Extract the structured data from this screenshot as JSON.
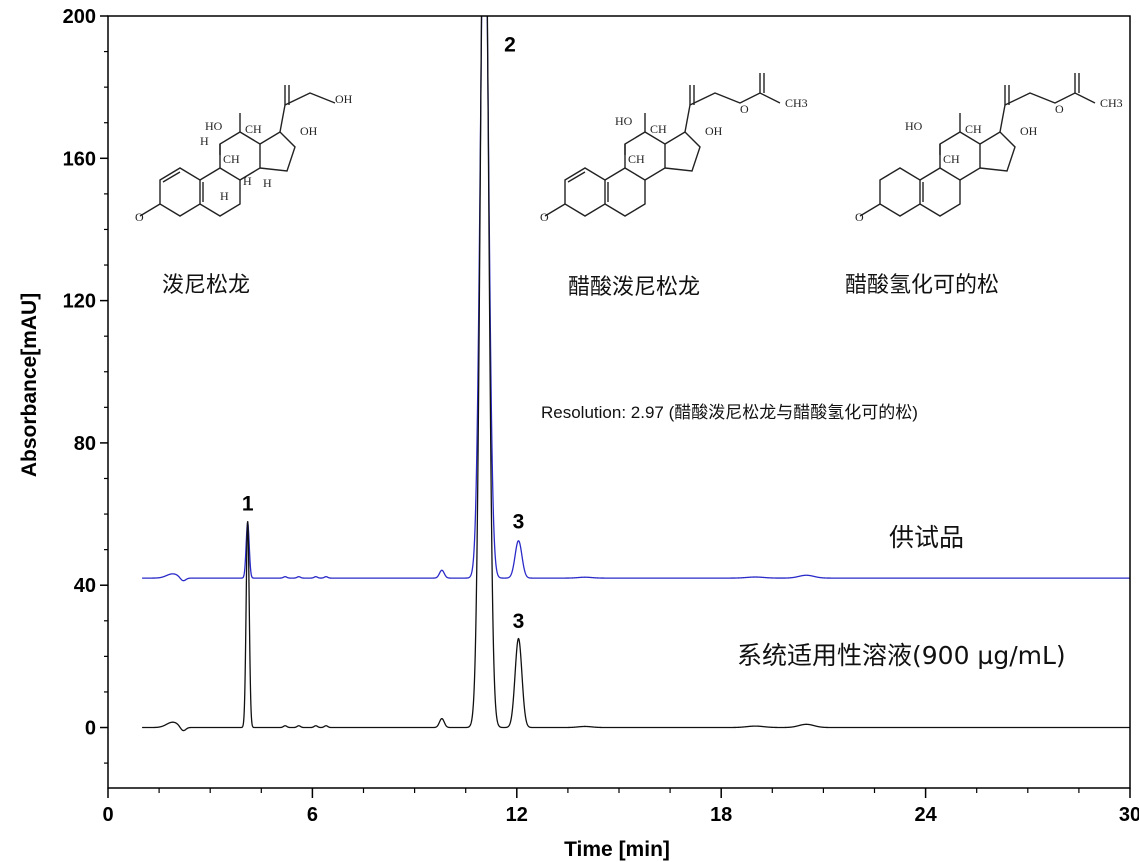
{
  "chart_data": {
    "type": "line",
    "xlabel": "Time [min]",
    "ylabel": "Absorbance[mAU]",
    "xlim": [
      0,
      30
    ],
    "ylim": [
      -17,
      200
    ],
    "xticks": [
      0,
      6,
      12,
      18,
      24,
      30
    ],
    "yticks": [
      0,
      40,
      80,
      120,
      160,
      200
    ],
    "grid": false,
    "series": [
      {
        "name": "供试品",
        "color": "#2a2ac8",
        "baseline": 42,
        "peaks": [
          [
            1.9,
            1.2,
            0.18
          ],
          [
            2.2,
            -1.0,
            0.08
          ],
          [
            4.1,
            15.5,
            0.045
          ],
          [
            5.2,
            0.4,
            0.05
          ],
          [
            5.6,
            0.4,
            0.05
          ],
          [
            6.1,
            0.4,
            0.05
          ],
          [
            6.4,
            0.4,
            0.05
          ],
          [
            9.8,
            2.2,
            0.07
          ],
          [
            11.05,
            200,
            0.12
          ],
          [
            12.05,
            10.5,
            0.1
          ],
          [
            14.0,
            0.25,
            0.2
          ],
          [
            19.0,
            0.3,
            0.25
          ],
          [
            20.5,
            0.8,
            0.22
          ]
        ]
      },
      {
        "name": "系统适用性溶液(900 µg/mL)",
        "color": "#111111",
        "baseline": 0,
        "peaks": [
          [
            1.9,
            1.5,
            0.18
          ],
          [
            2.2,
            -1.2,
            0.08
          ],
          [
            4.1,
            58,
            0.045
          ],
          [
            5.2,
            0.5,
            0.05
          ],
          [
            5.6,
            0.5,
            0.05
          ],
          [
            6.1,
            0.5,
            0.05
          ],
          [
            6.4,
            0.5,
            0.05
          ],
          [
            9.8,
            2.5,
            0.07
          ],
          [
            11.05,
            260,
            0.12
          ],
          [
            12.05,
            25,
            0.1
          ],
          [
            14.0,
            0.3,
            0.2
          ],
          [
            19.0,
            0.4,
            0.25
          ],
          [
            20.5,
            0.9,
            0.22
          ]
        ]
      }
    ],
    "peak_labels": [
      {
        "text": "1",
        "x": 4.1,
        "y": 61
      },
      {
        "text": "2",
        "x": 11.8,
        "y": 190
      },
      {
        "text": "3",
        "x": 12.05,
        "y": 56
      },
      {
        "text": "3",
        "x": 12.05,
        "y": 28
      }
    ],
    "annotations": {
      "structure_1": "泼尼松龙",
      "structure_2": "醋酸泼尼松龙",
      "structure_3": "醋酸氢化可的松",
      "resolution": "Resolution: 2.97 (醋酸泼尼松龙与醋酸氢化可的松)",
      "trace_sample": "供试品",
      "trace_system": "系统适用性溶液(900 µg/mL)"
    },
    "chem_text": {
      "oh": "OH",
      "ho": "HO",
      "h_dot": "H",
      "ch3": "CH",
      "three": "3",
      "h": "H",
      "o": "O",
      "ch3_end": "CH3"
    }
  }
}
